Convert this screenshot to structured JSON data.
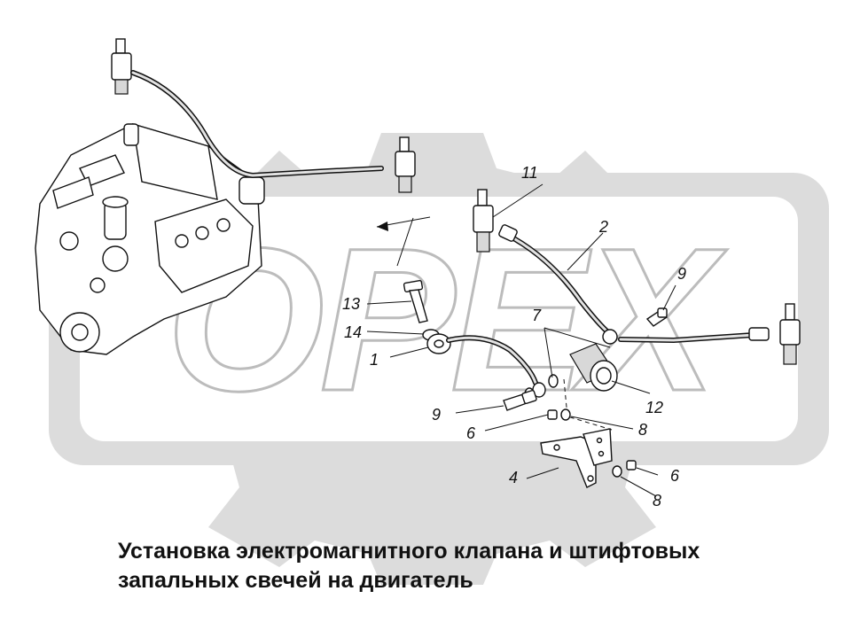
{
  "watermark": {
    "text": "OPEX",
    "color": "#d9d9d9"
  },
  "callouts": {
    "c1": "1",
    "c2": "2",
    "c4": "4",
    "c6a": "6",
    "c6b": "6",
    "c7": "7",
    "c8a": "8",
    "c8b": "8",
    "c9a": "9",
    "c9b": "9",
    "c11": "11",
    "c12": "12",
    "c13": "13",
    "c14": "14"
  },
  "caption": {
    "line1": "Установка электромагнитного клапана и штифтовых",
    "line2": "запальных свечей на двигатель"
  }
}
